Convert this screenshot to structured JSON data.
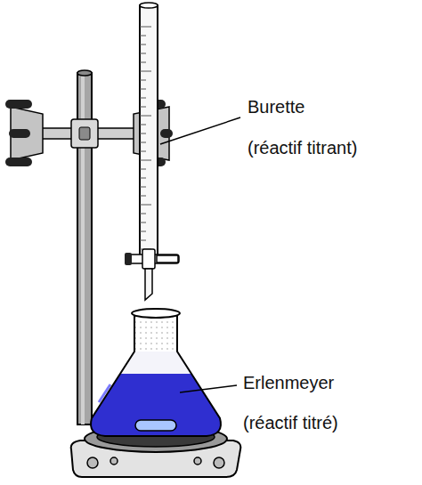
{
  "diagram": {
    "labels": [
      "Burette",
      "(réactif titrant)",
      "Erlenmeyer",
      "(réactif titré)"
    ]
  }
}
